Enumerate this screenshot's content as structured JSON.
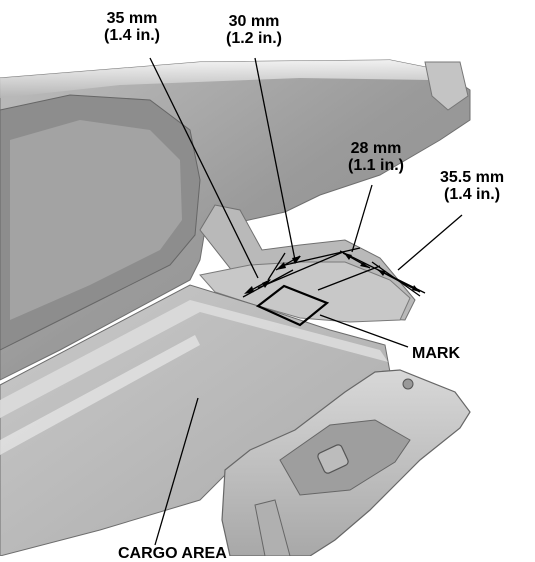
{
  "labels": {
    "dim1_mm": "35 mm",
    "dim1_in": "(1.4 in.)",
    "dim2_mm": "30 mm",
    "dim2_in": "(1.2 in.)",
    "dim3_mm": "28 mm",
    "dim3_in": "(1.1 in.)",
    "dim4_mm": "35.5 mm",
    "dim4_in": "(1.4 in.)",
    "mark": "MARK",
    "cargo_area": "CARGO AREA"
  }
}
